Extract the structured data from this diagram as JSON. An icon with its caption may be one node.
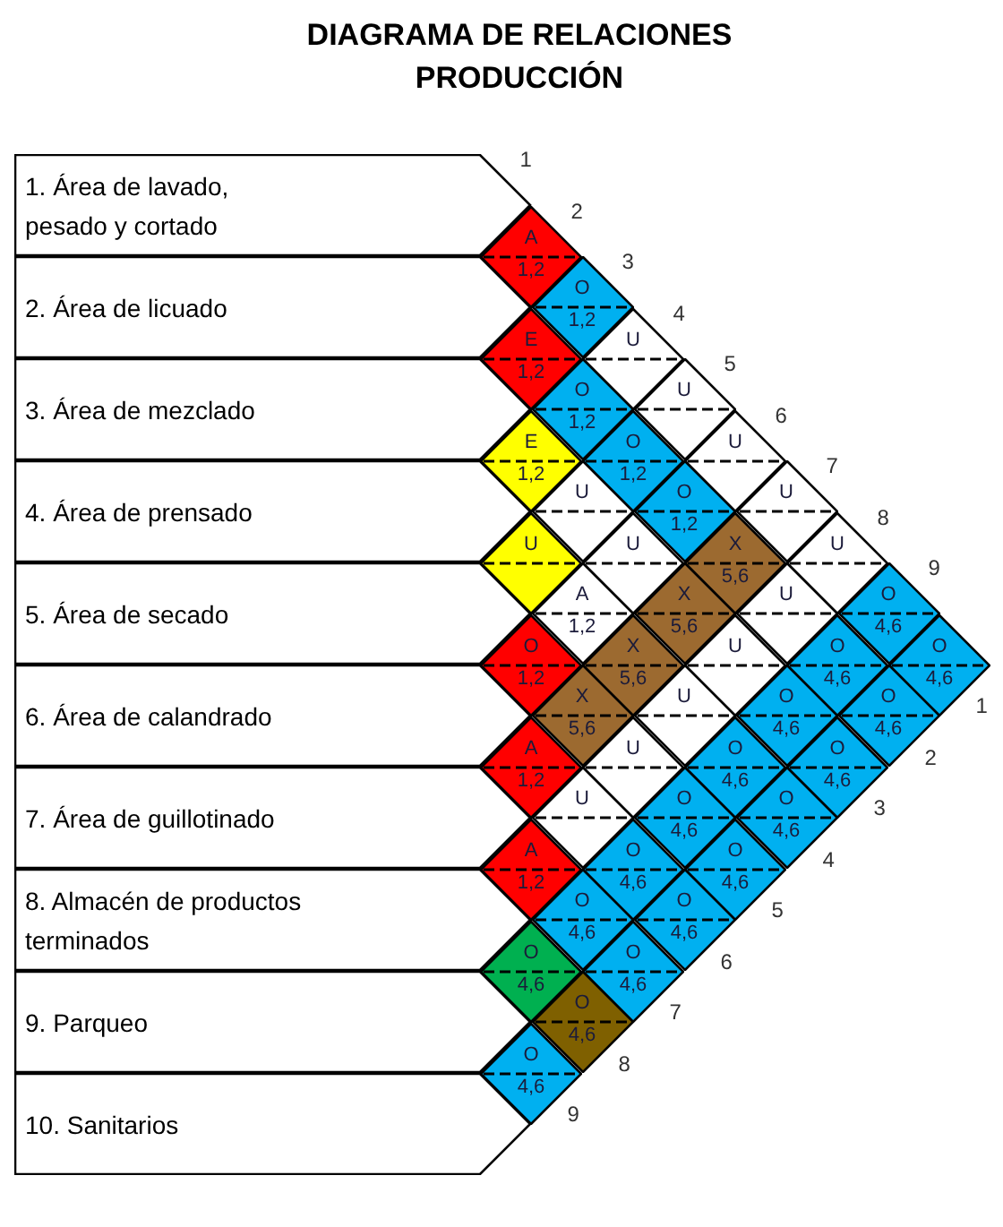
{
  "diagram": {
    "title": "DIAGRAMA DE RELACIONES PRODUCCIÓN",
    "nodes": [
      {
        "text": [
          "1. Área de lavado, pesado y cortado"
        ]
      },
      {
        "text": [
          "2. Área de licuado"
        ]
      },
      {
        "text": [
          "3. Área de mezclado"
        ]
      },
      {
        "text": [
          "4. Área de prensado"
        ]
      },
      {
        "text": [
          "5. Área de secado"
        ]
      },
      {
        "text": [
          "6. Área de calandrado"
        ]
      },
      {
        "text": [
          "7. Área de guillotinado"
        ]
      },
      {
        "text": [
          "8. Almacén de productos terminados"
        ]
      },
      {
        "text": [
          "9. Parqueo"
        ]
      },
      {
        "text": [
          "10. Sanitarios"
        ]
      },
      {
        "text": [
          "A",
          "1,2"
        ]
      },
      {
        "text": [
          "O",
          "1,2"
        ]
      },
      {
        "text": [
          "U"
        ]
      },
      {
        "text": [
          "U"
        ]
      },
      {
        "text": [
          "U"
        ]
      },
      {
        "text": [
          "U"
        ]
      },
      {
        "text": [
          "U"
        ]
      },
      {
        "text": [
          "O",
          "4,6"
        ]
      },
      {
        "text": [
          "O",
          "4,6"
        ]
      },
      {
        "text": [
          "E",
          "1,2"
        ]
      },
      {
        "text": [
          "O",
          "1,2"
        ]
      },
      {
        "text": [
          "O",
          "1,2"
        ]
      },
      {
        "text": [
          "O",
          "1,2"
        ]
      },
      {
        "text": [
          "X",
          "5,6"
        ]
      },
      {
        "text": [
          "U"
        ]
      },
      {
        "text": [
          "O",
          "4,6"
        ]
      },
      {
        "text": [
          "O",
          "4,6"
        ]
      },
      {
        "text": [
          "E",
          "1,2"
        ]
      },
      {
        "text": [
          "U"
        ]
      },
      {
        "text": [
          "U"
        ]
      },
      {
        "text": [
          "X",
          "5,6"
        ]
      },
      {
        "text": [
          "U"
        ]
      },
      {
        "text": [
          "O",
          "4,6"
        ]
      },
      {
        "text": [
          "O",
          "4,6"
        ]
      },
      {
        "text": [
          "U"
        ]
      },
      {
        "text": [
          "A",
          "1,2"
        ]
      },
      {
        "text": [
          "X",
          "5,6"
        ]
      },
      {
        "text": [
          "U"
        ]
      },
      {
        "text": [
          "O",
          "4,6"
        ]
      },
      {
        "text": [
          "O",
          "4,6"
        ]
      },
      {
        "text": [
          "O",
          "1,2"
        ]
      },
      {
        "text": [
          "X",
          "5,6"
        ]
      },
      {
        "text": [
          "U"
        ]
      },
      {
        "text": [
          "O",
          "4,6"
        ]
      },
      {
        "text": [
          "O",
          "4,6"
        ]
      },
      {
        "text": [
          "A",
          "1,2"
        ]
      },
      {
        "text": [
          "U"
        ]
      },
      {
        "text": [
          "O",
          "4,6"
        ]
      },
      {
        "text": [
          "O",
          "4,6"
        ]
      },
      {
        "text": [
          "A",
          "1,2"
        ]
      },
      {
        "text": [
          "O",
          "4,6"
        ]
      },
      {
        "text": [
          "O",
          "4,6"
        ]
      },
      {
        "text": [
          "O",
          "4,6"
        ]
      },
      {
        "text": [
          "O",
          "4,6"
        ]
      },
      {
        "text": [
          "O",
          "4,6"
        ]
      }
    ],
    "labels": [
      "1",
      "2",
      "3",
      "4",
      "5",
      "6",
      "7",
      "8",
      "9",
      "1",
      "2",
      "3",
      "4",
      "5",
      "6",
      "7",
      "8",
      "9"
    ]
  }
}
